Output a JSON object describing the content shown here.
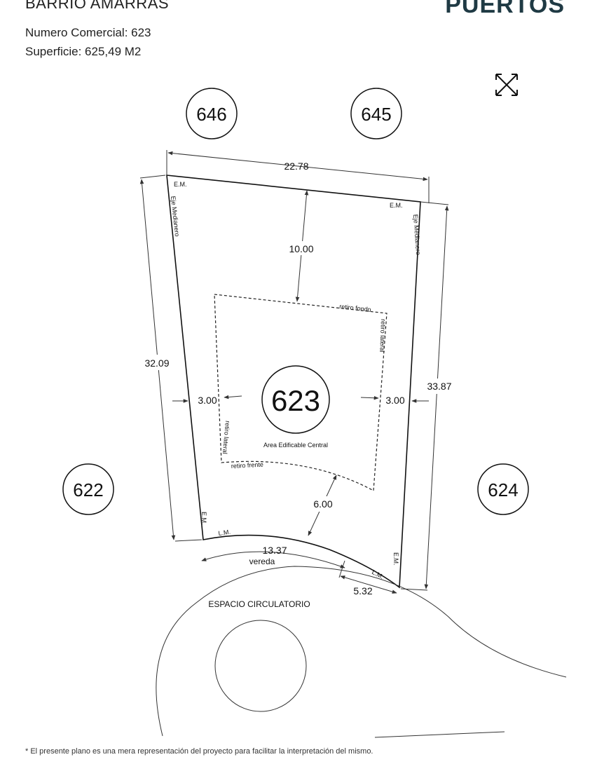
{
  "header": {
    "title": "BARRIO AMARRAS",
    "numero_comercial": "Numero Comercial: 623",
    "superficie": "Superficie: 625,49 M2",
    "brand": "PUERTOS",
    "brand_color": "#1f3a44"
  },
  "icons": {
    "expand": "expand-arrows-icon"
  },
  "plan": {
    "lot_number": "623",
    "neighbors": {
      "top_left": "646",
      "top_right": "645",
      "left": "622",
      "right": "624"
    },
    "dimensions": {
      "back": "22.78",
      "left": "32.09",
      "right": "33.87",
      "rear_setback": "10.00",
      "left_setback": "3.00",
      "right_setback": "3.00",
      "front_setback": "6.00",
      "front_arc": "13.37",
      "front_small": "5.32"
    },
    "labels": {
      "em_top_left": "E.M.",
      "em_top_right": "E.M.",
      "em_bottom_left": "E.M.",
      "em_bottom_right": "E.M.",
      "eje_left": "Eje Medianero",
      "eje_right": "Eje Medianero",
      "lm_left": "L.M.",
      "lm_right": "L.M.",
      "retiro_fondo": "retiro fondo",
      "retiro_lateral_right": "retiro lateral",
      "retiro_lateral_left": "retiro lateral",
      "retiro_frente": "retiro frente",
      "area_edificable": "Area Edificable Central",
      "vereda": "vereda",
      "espacio_circulatorio": "ESPACIO CIRCULATORIO"
    }
  },
  "footnote": "* El presente plano es una mera representación del proyecto para facilitar la interpretación del mismo."
}
